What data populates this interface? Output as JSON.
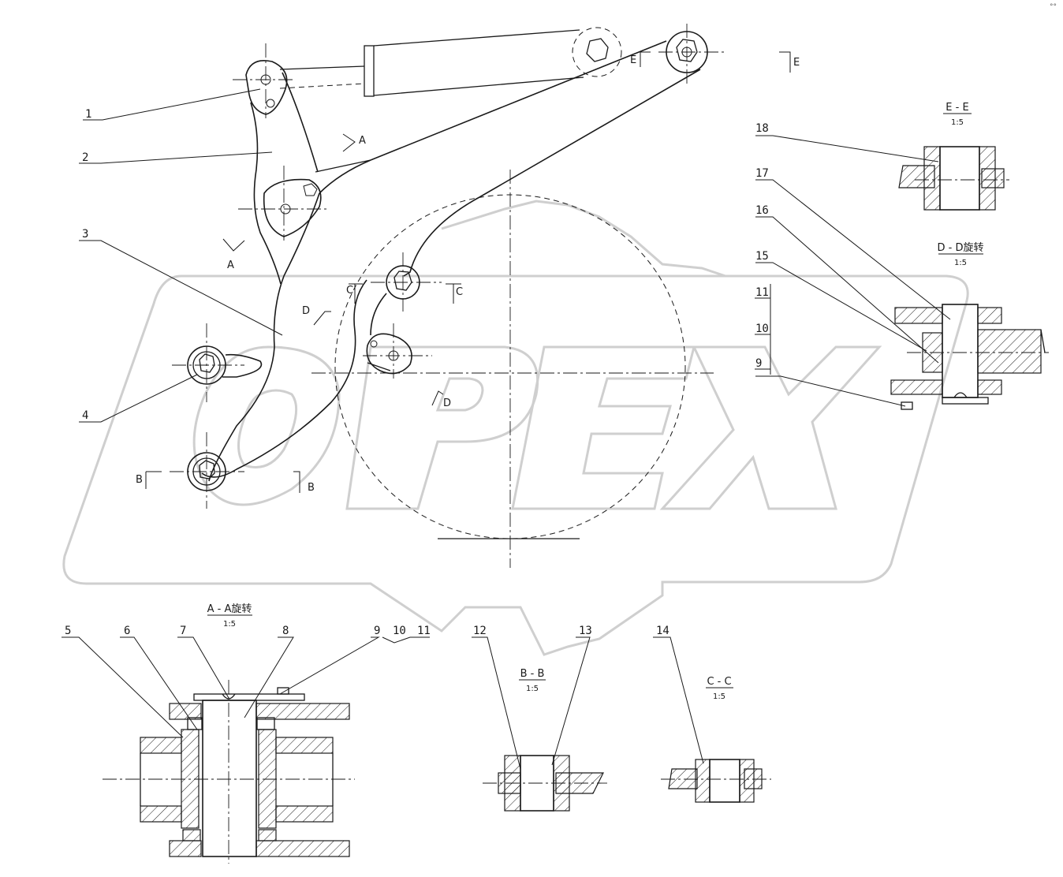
{
  "corner_mark": "°°",
  "watermark": {
    "text": "OPEX",
    "color": "#cfcfcf"
  },
  "part_numbers": [
    "1",
    "2",
    "3",
    "4",
    "5",
    "6",
    "7",
    "8",
    "9",
    "10",
    "11",
    "12",
    "13",
    "14",
    "15",
    "16",
    "17",
    "18"
  ],
  "stack_labels": {
    "top": "11",
    "mid": "10",
    "bottom": "9"
  },
  "section_markers": [
    "A",
    "A",
    "B",
    "B",
    "C",
    "C",
    "D",
    "D",
    "E",
    "E"
  ],
  "sections": {
    "aa": {
      "title": "A - A旋转",
      "scale": "1:5"
    },
    "bb": {
      "title": "B - B",
      "scale": "1:5"
    },
    "cc": {
      "title": "C - C",
      "scale": "1:5"
    },
    "dd": {
      "title": "D - D旋转",
      "scale": "1:5"
    },
    "ee": {
      "title": "E - E",
      "scale": "1:5"
    }
  }
}
